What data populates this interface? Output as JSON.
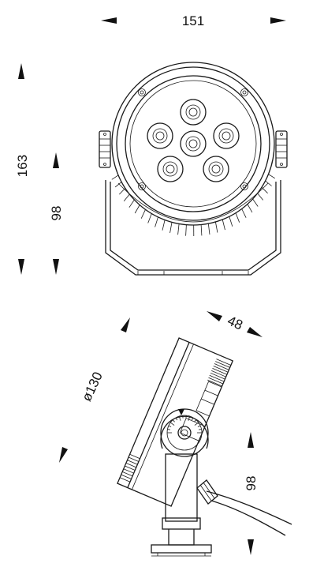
{
  "dimensions": {
    "front_width": "151",
    "front_height": "163",
    "front_body_height": "98",
    "side_depth": "48",
    "side_diameter": "ø130",
    "side_height": "98"
  },
  "colors": {
    "line": "#1a1a1a",
    "background": "#ffffff"
  }
}
